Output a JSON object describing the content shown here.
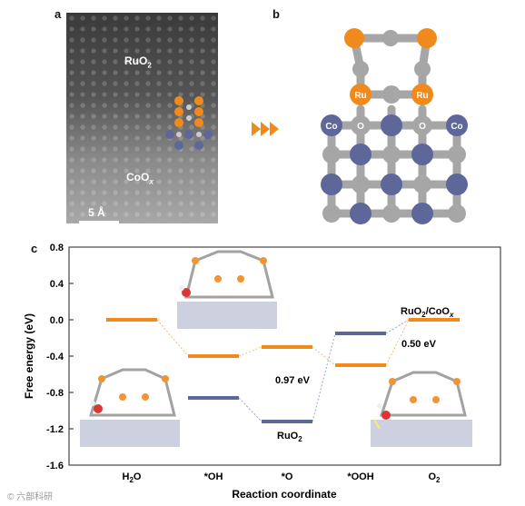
{
  "panel_labels": {
    "a": "a",
    "b": "b",
    "c": "c"
  },
  "panel_a": {
    "top_label": "RuO",
    "top_label_sub": "2",
    "bottom_label": "CoO",
    "bottom_label_sub": "x",
    "scale_bar_label": "5 Å"
  },
  "panel_b": {
    "ru_labels": [
      "Ru",
      "Ru"
    ],
    "o_labels": [
      "O",
      "O"
    ],
    "co_labels": [
      "Co",
      "Co"
    ]
  },
  "colors": {
    "orange": "#f08a1c",
    "navy": "#5d6799",
    "grey_atom": "#a6a6a6",
    "frame": "#222222"
  },
  "chart_data": {
    "type": "line",
    "ylabel": "Free energy (eV)",
    "xlabel": "Reaction coordinate",
    "ylim": [
      -1.6,
      0.8
    ],
    "yticks": [
      "0.8",
      "0.4",
      "0.0",
      "-0.4",
      "-0.8",
      "-1.2",
      "-1.6"
    ],
    "categories": [
      "H2O",
      "*OH",
      "*O",
      "*OOH",
      "O2"
    ],
    "category_labels": [
      {
        "main": "H",
        "sub": "2",
        "tail": "O"
      },
      {
        "main": "*OH",
        "sub": "",
        "tail": ""
      },
      {
        "main": "*O",
        "sub": "",
        "tail": ""
      },
      {
        "main": "*OOH",
        "sub": "",
        "tail": ""
      },
      {
        "main": "O",
        "sub": "2",
        "tail": ""
      }
    ],
    "series": [
      {
        "name": "RuO2/CoOx",
        "color": "#f08a1c",
        "values": [
          0.0,
          -0.4,
          -0.3,
          -0.5,
          0.0
        ]
      },
      {
        "name": "RuO2",
        "color": "#5d6799",
        "values": [
          0.0,
          -0.86,
          -1.12,
          -0.15,
          0.0
        ]
      }
    ],
    "annotations": [
      {
        "text": "0.97 eV"
      },
      {
        "text": "0.50 eV"
      }
    ],
    "series_labels": {
      "ruo2_main": "RuO",
      "ruo2_sub": "2",
      "hetero_a": "RuO",
      "hetero_a_sub": "2",
      "hetero_b": "/CoO",
      "hetero_b_sub": "x"
    }
  },
  "watermark": "© 六部科研"
}
